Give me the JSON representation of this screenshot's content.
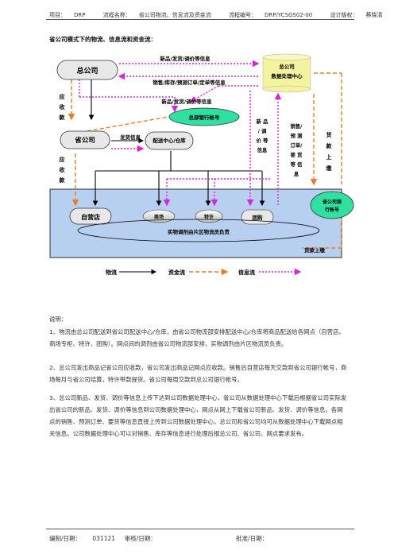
{
  "header": {
    "project_label": "项目：",
    "project_value": "DRP",
    "process_name_label": "流程名称：",
    "process_name_value": "省公司物流、信息流及资金流",
    "process_no_label": "流程编号：",
    "process_no_value": "DRP/YCSGS02-00",
    "design_label": "设计版权：",
    "design_value": "蔡晓清"
  },
  "title": "省公司模式下的物流、信息流和资金流：",
  "diagram": {
    "hq": "总公司",
    "data_center": [
      "总公司",
      "数据处理中心"
    ],
    "bank_hq": "总部银行帐号",
    "province": "省公司",
    "distribution": "配送中心/仓库",
    "store": "自营店",
    "mall": "商场",
    "franchise": "特许",
    "group": "团购",
    "province_bank": [
      "省公司银",
      "行帐号"
    ],
    "edge_new_goods_top": "新品/发货/调价等信息",
    "edge_sales_stock": "销售/库存/预测订单/定单等信息",
    "edge_new_goods_mid": "新品/发货/调价等信息",
    "edge_ship_info": "发货信息",
    "edge_receivable_1": [
      "应",
      "收",
      "款"
    ],
    "edge_receivable_2": [
      "应",
      "收",
      "款"
    ],
    "edge_new_price_vertical": [
      "新 品",
      "/  调",
      "价 等",
      "信息"
    ],
    "edge_sales_forecast_vertical": [
      "销售/",
      "预  测",
      "订单/",
      "要  货",
      "等  信",
      "息"
    ],
    "edge_payment_vertical": [
      "货",
      "款",
      "上",
      "缴"
    ],
    "edge_payment_bottom": "货款上缴",
    "region_note": "实物调剂由片区物流员负责",
    "legend_logistics": "物流",
    "legend_funds": "资金流",
    "legend_info": "信息流"
  },
  "explanation_label": "说明：",
  "paragraphs": [
    "1、物流由总公司配送到省公司配送中心/仓库，由省公司物流部安排配送中心/仓库将商品配送给各网点（自营店、商场专柜、特许、团购）。网点间的调剂由省公司物流部安排，实物调剂由片区物流员负责。",
    "2、总公司发出商品记省公司应收款，省公司发出商品记网点应收款。销售后自营店每天交款到省公司银行帐号，商场每月与省公司结算，特许带款提货。省公司每周交款到总公司银行帐号。",
    "3、总公司新品、发货、调价等信息上传下达到公司数据处理中心，省公司从数据处理中心下载后根据省公司实际发出省公司的新品、发货、调价等信息到公司数据处理中心，网点从网上下载省公司新品、发货、调价等信息。各网点的销售、预测订单、要货等信息直接上传到公司数据处理中心，总公司和省公司均可从数据处理中心下载网点相关信息。公司数据处理中心可以对销售、库存等信息进行处理后报总公司、省公司、网点要求发布。"
  ],
  "footer": {
    "prepared_label": "编制/日期：",
    "prepared_value": "031121",
    "reviewed_label": "审核/日期：",
    "approved_label": "批准/日期："
  },
  "colors": {
    "logistics": "#000000",
    "funds": "#f07a28",
    "info": "#e020e0",
    "region_fill": "#b8d0f0",
    "data_center_fill": "#f4f4a0",
    "node_fill": "#e8e8e8",
    "bank_fill": "#30e0a0"
  }
}
